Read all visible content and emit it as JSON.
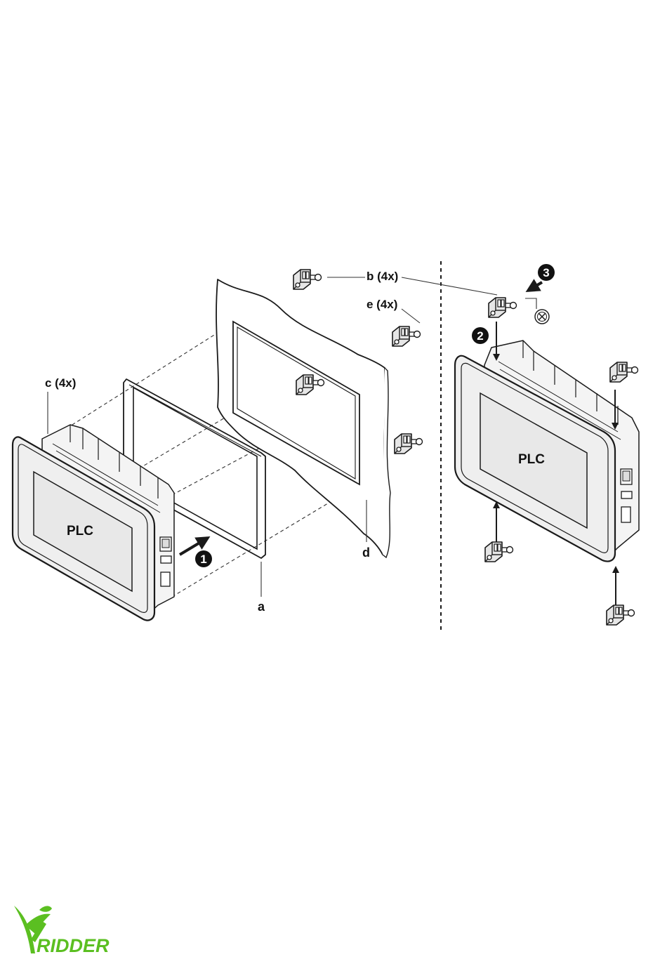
{
  "labels": {
    "b": "b (4x)",
    "e": "e (4x)",
    "c": "c (4x)",
    "a": "a",
    "d": "d"
  },
  "steps": [
    "1",
    "2",
    "3"
  ],
  "device_label": "PLC",
  "brand": {
    "name": "RIDDER",
    "color": "#5bbf21"
  },
  "colors": {
    "line": "#1a1a1a",
    "panel_fill": "#efefef",
    "screen_fill": "#e8e8e8",
    "clip_fill": "#e6e6e6"
  }
}
